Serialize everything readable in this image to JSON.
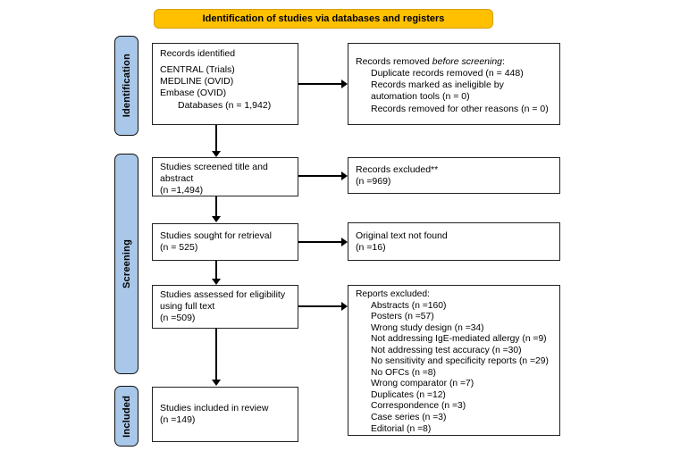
{
  "banner": {
    "label": "Identification of studies via databases and registers"
  },
  "stages": {
    "identification": "Identification",
    "screening": "Screening",
    "included": "Included"
  },
  "boxes": {
    "records_identified": {
      "title": "Records identified",
      "sources": [
        "CENTRAL (Trials)",
        "MEDLINE (OVID)",
        "Embase (OVID)"
      ],
      "total": "Databases (n = 1,942)"
    },
    "screened": {
      "text": "Studies screened title and\nabstract\n(n =1,494)"
    },
    "retrieval": {
      "text": "Studies sought for retrieval\n(n = 525)"
    },
    "eligibility": {
      "text": "Studies assessed for eligibility\nusing full text\n(n =509)"
    },
    "included_review": {
      "text": "Studies included in review\n(n =149)"
    },
    "records_removed": {
      "title_prefix": "Records removed ",
      "title_italic": "before screening",
      "title_suffix": ":",
      "items": [
        "Duplicate records removed (n = 448)",
        "Records marked as ineligible by automation tools (n = 0)",
        "Records removed for other reasons (n = 0)"
      ]
    },
    "records_excluded": {
      "text": "Records excluded**\n(n =969)"
    },
    "not_found": {
      "text": "Original text not found\n(n =16)"
    },
    "reports_excluded": {
      "title": "Reports excluded:",
      "items": [
        "Abstracts (n =160)",
        "Posters (n =57)",
        "Wrong study design (n =34)",
        "Not addressing IgE-mediated allergy (n =9)",
        "Not addressing test accuracy (n =30)",
        "No sensitivity and specificity reports (n =29)",
        "No OFCs (n =8)",
        "Wrong comparator (n =7)",
        "Duplicates (n =12)",
        "Correspondence (n =3)",
        "Case series (n =3)",
        "Editorial (n =8)"
      ]
    }
  },
  "colors": {
    "banner_bg": "#FFC000",
    "stage_bg": "#A9C7E8",
    "box_bg": "#FFFFFF",
    "border": "#1A1A1A",
    "arrow": "#000000"
  }
}
